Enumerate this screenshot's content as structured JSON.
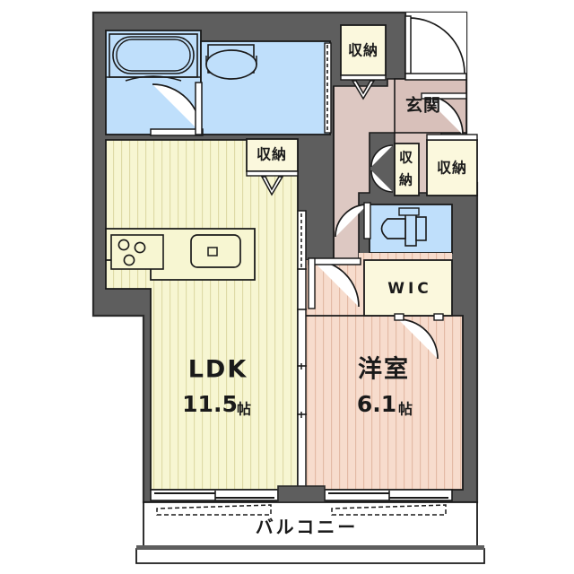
{
  "plan": {
    "type": "floor-plan",
    "layout_code": "1LDK",
    "colors": {
      "wall": "#5e5e5e",
      "wall_outline": "#2b2b2b",
      "ldk_floor": "#f7f6d2",
      "bedroom_floor": "#f7dccd",
      "hall_floor": "#ddc8c2",
      "water_area": "#bfdffb",
      "closet_floor": "#fbf8dd",
      "balcony": "#ffffff",
      "line": "#111111"
    },
    "rooms": [
      {
        "id": "ldk",
        "name": "LDK",
        "area": "11.5",
        "area_unit": "帖",
        "floor": "flooring"
      },
      {
        "id": "bedroom",
        "name": "洋室",
        "area": "6.1",
        "area_unit": "帖",
        "floor": "flooring"
      },
      {
        "id": "genkan",
        "name": "玄関",
        "area": "",
        "area_unit": "",
        "floor": "tile"
      },
      {
        "id": "wic",
        "name": "WIC",
        "area": "",
        "area_unit": "",
        "floor": "closet"
      },
      {
        "id": "balcony",
        "name": "バルコニー",
        "area": "",
        "area_unit": "",
        "floor": "outdoor"
      }
    ],
    "closets": [
      {
        "id": "closet-top",
        "name": "収納",
        "orientation": "horizontal"
      },
      {
        "id": "closet-ldk",
        "name": "収納",
        "orientation": "horizontal"
      },
      {
        "id": "closet-narrow",
        "name": "収納",
        "orientation": "vertical"
      },
      {
        "id": "closet-entry",
        "name": "収納",
        "orientation": "horizontal"
      }
    ],
    "fixtures": [
      {
        "id": "bathtub",
        "name": "bathtub-icon"
      },
      {
        "id": "vanity",
        "name": "washbasin-icon"
      },
      {
        "id": "toilet",
        "name": "toilet-icon"
      },
      {
        "id": "stove",
        "name": "stove-icon",
        "burners": 3
      },
      {
        "id": "sink",
        "name": "kitchen-sink-icon"
      }
    ],
    "doors": [
      {
        "id": "entrance-door",
        "name": "entrance-swing-door"
      },
      {
        "id": "genkan-inner-door",
        "name": "hall-swing-door"
      },
      {
        "id": "bath-door",
        "name": "bathroom-swing-door"
      },
      {
        "id": "toilet-door",
        "name": "toilet-swing-door"
      },
      {
        "id": "bedroom-door",
        "name": "bedroom-swing-door"
      },
      {
        "id": "wic-door",
        "name": "wic-swing-door"
      },
      {
        "id": "narrow-closet-door",
        "name": "closet-swing-door"
      },
      {
        "id": "ldk-partition",
        "name": "sliding-partition"
      },
      {
        "id": "washroom-sliding",
        "name": "washroom-sliding-door"
      }
    ],
    "windows": [
      {
        "id": "ldk-window",
        "name": "ldk-balcony-window"
      },
      {
        "id": "bedroom-window",
        "name": "bedroom-balcony-window"
      }
    ]
  }
}
